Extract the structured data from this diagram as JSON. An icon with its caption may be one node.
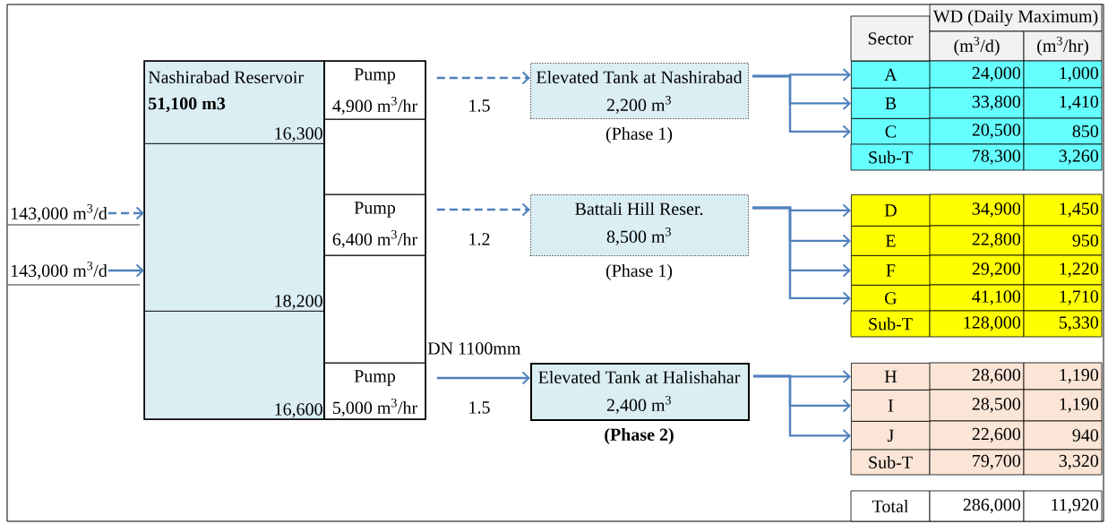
{
  "diagram": {
    "nodes": [
      {
        "text": [
          "Nashirabad Reservoir",
          "51,100 m3",
          "16,300"
        ]
      },
      {
        "text": [
          "18,200"
        ]
      },
      {
        "text": [
          "16,600"
        ]
      },
      {
        "text": [
          "Pump",
          "4,900 m$^{3}$/hr"
        ]
      },
      {
        "text": [
          "Pump",
          "6,400 m$^{3}$/hr"
        ]
      },
      {
        "text": [
          "Pump",
          "5,000 m$^{3}$/hr"
        ]
      },
      {
        "text": [
          "143,000 m$^{3}$/d"
        ]
      },
      {
        "text": [
          "143,000 m$^{3}$/d"
        ]
      },
      {
        "text": [
          "Elevated Tank at Nashirabad",
          "2,200 m$^{3}$"
        ],
        "beside": [
          "(Phase 1)"
        ]
      },
      {
        "text": [
          "Battali Hill Reser.",
          "8,500 m$^{3}$"
        ],
        "beside": [
          "(Phase 1)"
        ]
      },
      {
        "text": [
          "Elevated Tank at Halishahar",
          "2,400 m$^{3}$"
        ],
        "beside": [
          "(Phase 2)"
        ]
      },
      {
        "text": [
          "A"
        ]
      },
      {
        "text": [
          "B"
        ]
      },
      {
        "text": [
          "C"
        ]
      },
      {
        "text": [
          "D"
        ]
      },
      {
        "text": [
          "E"
        ]
      },
      {
        "text": [
          "F"
        ]
      },
      {
        "text": [
          "G"
        ]
      },
      {
        "text": [
          "H"
        ]
      },
      {
        "text": [
          "I"
        ]
      },
      {
        "text": [
          "J"
        ]
      }
    ],
    "edges": [
      {
        "from": 6,
        "to": 1,
        "arrow": "to",
        "style": "dashed"
      },
      {
        "from": 7,
        "to": 1,
        "arrow": "to"
      },
      {
        "from": 3,
        "to": 8,
        "arrow": "to",
        "style": "dashed",
        "label": "1.5"
      },
      {
        "from": 4,
        "to": 9,
        "arrow": "to",
        "style": "dashed",
        "label": "1.2"
      },
      {
        "from": 5,
        "to": 10,
        "arrow": "to",
        "label": "1.5"
      },
      {
        "from": 8,
        "to": 11,
        "arrow": "to"
      },
      {
        "from": 8,
        "to": 12,
        "arrow": "to"
      },
      {
        "from": 8,
        "to": 13,
        "arrow": "to"
      },
      {
        "from": 9,
        "to": 14,
        "arrow": "to"
      },
      {
        "from": 9,
        "to": 15,
        "arrow": "to"
      },
      {
        "from": 9,
        "to": 16,
        "arrow": "to"
      },
      {
        "from": 9,
        "to": 17,
        "arrow": "to"
      },
      {
        "from": 10,
        "to": 18,
        "arrow": "to"
      },
      {
        "from": 10,
        "to": 19,
        "arrow": "to"
      },
      {
        "from": 10,
        "to": 20,
        "arrow": "to"
      }
    ],
    "labels": [
      "Sector",
      "WD (Daily Maximum)",
      "(m$^{3}$/d)",
      "(m$^{3}$/hr)",
      "24,000",
      "1,000",
      "33,800",
      "1,410",
      "20,500",
      "850",
      "Sub-T",
      "78,300",
      "3,260",
      "34,900",
      "1,450",
      "22,800",
      "950",
      "29,200",
      "1,220",
      "41,100",
      "1,710",
      "Sub-T",
      "128,000",
      "5,330",
      "DN 1100mm",
      "28,600",
      "1,190",
      "28,500",
      "1,190",
      "22,600",
      "940",
      "Sub-T",
      "79,700",
      "3,320",
      "Total",
      "286,000",
      "11,920"
    ]
  }
}
